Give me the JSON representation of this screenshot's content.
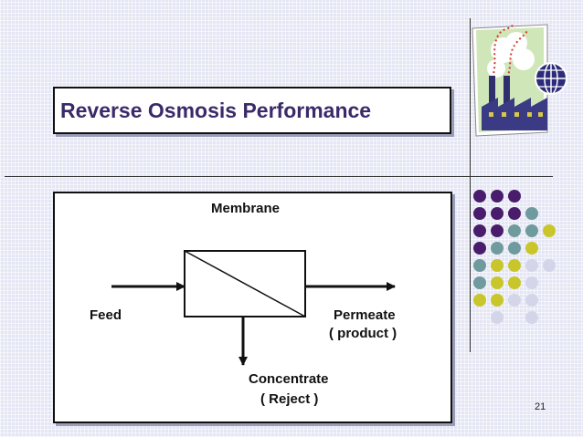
{
  "slide": {
    "title": "Reverse Osmosis Performance",
    "slide_number": "21"
  },
  "diagram": {
    "membrane_label": "Membrane",
    "feed_label": "Feed",
    "permeate_label": "Permeate",
    "permeate_sub": "( product )",
    "concentrate_label": "Concentrate",
    "concentrate_sub": "( Reject )"
  },
  "colors": {
    "title": "#3a2a6a",
    "dot_purple": "#4a1d6c",
    "dot_teal": "#6f9a9e",
    "dot_yellow": "#c9c62b",
    "dot_lavender": "#d5d5ea"
  },
  "decoration": {
    "logo_icon": "factory-globe-icon",
    "dot_grid": [
      [
        "purple",
        "purple",
        "purple",
        "",
        "",
        ""
      ],
      [
        "purple",
        "purple",
        "purple",
        "teal",
        "",
        ""
      ],
      [
        "purple",
        "purple",
        "teal",
        "teal",
        "yellow",
        ""
      ],
      [
        "purple",
        "teal",
        "teal",
        "yellow",
        "",
        ""
      ],
      [
        "teal",
        "yellow",
        "yellow",
        "lavender",
        "lavender",
        ""
      ],
      [
        "teal",
        "yellow",
        "yellow",
        "lavender",
        "",
        ""
      ],
      [
        "yellow",
        "yellow",
        "lavender",
        "lavender",
        "",
        ""
      ],
      [
        "",
        "lavender",
        "",
        "lavender",
        "",
        ""
      ]
    ]
  }
}
